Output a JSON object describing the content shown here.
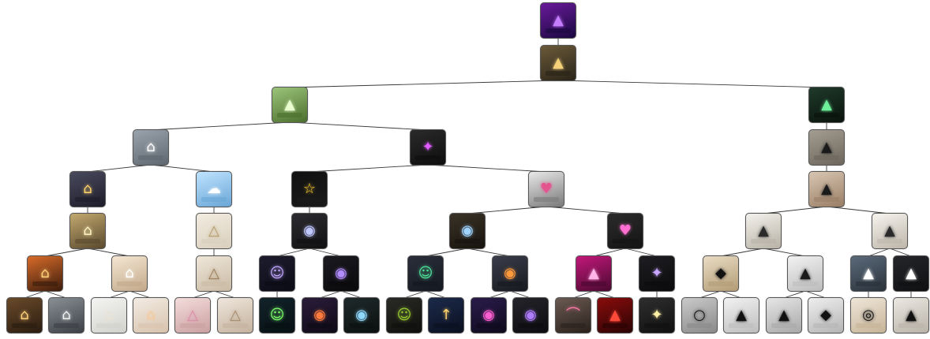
{
  "colors": {
    "edge": "#3a3a3a",
    "node_border": "#555555"
  },
  "nodes": [
    {
      "id": "n0",
      "parent": null,
      "bg": [
        "#6a1b9a",
        "#1a0840"
      ],
      "fg": "#c77dff",
      "icon": "mountain-neon-icon"
    },
    {
      "id": "n1",
      "parent": "n0",
      "bg": [
        "#6b5a3a",
        "#2a2418"
      ],
      "fg": "#f5d27a",
      "icon": "mountain-gold-icon"
    },
    {
      "id": "n2",
      "parent": "n1",
      "bg": [
        "#9cc47a",
        "#4b6f2e"
      ],
      "fg": "#e9ffd0",
      "icon": "triangle-neon-icon"
    },
    {
      "id": "n3",
      "parent": "n1",
      "bg": [
        "#1f3a2a",
        "#0a130d"
      ],
      "fg": "#6ef09a",
      "icon": "mountain-green-icon"
    },
    {
      "id": "n4",
      "parent": "n2",
      "bg": [
        "#9aa3ab",
        "#5f6870"
      ],
      "fg": "#ffffff",
      "icon": "cloud-lamp-icon"
    },
    {
      "id": "n5",
      "parent": "n2",
      "bg": [
        "#2a2a2a",
        "#0e0e0e"
      ],
      "fg": "#e05cff",
      "icon": "neon-figure-icon"
    },
    {
      "id": "n6",
      "parent": "n3",
      "bg": [
        "#a49d91",
        "#6c665c"
      ],
      "fg": "#1a1a1a",
      "icon": "mountain-metal-icon"
    },
    {
      "id": "n7",
      "parent": "n4",
      "bg": [
        "#4a4a5e",
        "#1c1c2a"
      ],
      "fg": "#ffd36b",
      "icon": "house-lamp-icon"
    },
    {
      "id": "n8",
      "parent": "n4",
      "bg": [
        "#bfe3ff",
        "#6aa6d6"
      ],
      "fg": "#ffffff",
      "icon": "cloud-room-icon"
    },
    {
      "id": "n9",
      "parent": "n5",
      "bg": [
        "#111111",
        "#1a1a1a"
      ],
      "fg": "#ffcf33",
      "icon": "neon-sign-icon"
    },
    {
      "id": "n10",
      "parent": "n5",
      "bg": [
        "#e8e8e8",
        "#7a7a7a"
      ],
      "fg": "#e2558f",
      "icon": "brain-neon-icon"
    },
    {
      "id": "n11",
      "parent": "n6",
      "bg": [
        "#d8c6b2",
        "#9a7e66"
      ],
      "fg": "#1a1a1a",
      "icon": "forest-brick-icon"
    },
    {
      "id": "n12",
      "parent": "n7",
      "bg": [
        "#c2a86f",
        "#5a4a2e"
      ],
      "fg": "#fff4c2",
      "icon": "table-lamp-icon"
    },
    {
      "id": "n13",
      "parent": "n8",
      "bg": [
        "#f2ece0",
        "#d9cfbd"
      ],
      "fg": "#b59b6a",
      "icon": "canopy-icon"
    },
    {
      "id": "n14",
      "parent": "n9",
      "bg": [
        "#2c2c30",
        "#111113"
      ],
      "fg": "#bfc7ff",
      "icon": "ufo-sign-icon"
    },
    {
      "id": "n15",
      "parent": "n10",
      "bg": [
        "#3a3226",
        "#17130e"
      ],
      "fg": "#9fd4ff",
      "icon": "ufo-sofa-icon"
    },
    {
      "id": "n16",
      "parent": "n10",
      "bg": [
        "#2b2b2b",
        "#141414"
      ],
      "fg": "#ff6fd1",
      "icon": "bulb-neon-icon"
    },
    {
      "id": "n17",
      "parent": "n11",
      "bg": [
        "#f3f1ec",
        "#b8b2a6"
      ],
      "fg": "#2a2a2a",
      "icon": "mountain-room-icon"
    },
    {
      "id": "n18",
      "parent": "n11",
      "bg": [
        "#f6f3ee",
        "#bdb6aa"
      ],
      "fg": "#2a2a2a",
      "icon": "mountain-wall-icon"
    },
    {
      "id": "n19",
      "parent": "n12",
      "bg": [
        "#d86b2a",
        "#3b1c0c"
      ],
      "fg": "#ffd27a",
      "icon": "fire-lamp-icon"
    },
    {
      "id": "n20",
      "parent": "n12",
      "bg": [
        "#f4e7d3",
        "#c3a98a"
      ],
      "fg": "#ffffff",
      "icon": "bedside-lamp-icon"
    },
    {
      "id": "n21",
      "parent": "n13",
      "bg": [
        "#efe7da",
        "#c9baa4"
      ],
      "fg": "#9a7b57",
      "icon": "kids-tent-icon"
    },
    {
      "id": "n22",
      "parent": "n14",
      "bg": [
        "#1c1c2e",
        "#0c0c16"
      ],
      "fg": "#c3a7ff",
      "icon": "astronaut-neon-icon"
    },
    {
      "id": "n23",
      "parent": "n14",
      "bg": [
        "#1a1a20",
        "#0a0a0c"
      ],
      "fg": "#b38cff",
      "icon": "ufo-neon-icon"
    },
    {
      "id": "n24",
      "parent": "n15",
      "bg": [
        "#2a2f3a",
        "#141820"
      ],
      "fg": "#4fe39a",
      "icon": "alien-neon-icon"
    },
    {
      "id": "n25",
      "parent": "n15",
      "bg": [
        "#3a3d4a",
        "#171920"
      ],
      "fg": "#ff9a3c",
      "icon": "ufo-cow-icon"
    },
    {
      "id": "n26",
      "parent": "n16",
      "bg": [
        "#c2187a",
        "#4a0930"
      ],
      "fg": "#ffb3e6",
      "icon": "pink-neon-icon"
    },
    {
      "id": "n27",
      "parent": "n16",
      "bg": [
        "#1e1e22",
        "#0b0b0d"
      ],
      "fg": "#c9a6ff",
      "icon": "unicorn-neon-icon"
    },
    {
      "id": "n28",
      "parent": "n17",
      "bg": [
        "#e9dcc4",
        "#b39c76"
      ],
      "fg": "#111111",
      "icon": "diamond-mountain-icon"
    },
    {
      "id": "n29",
      "parent": "n17",
      "bg": [
        "#f2f2f2",
        "#bcbcbc"
      ],
      "fg": "#1a1a1a",
      "icon": "mountain-line-icon"
    },
    {
      "id": "n30",
      "parent": "n18",
      "bg": [
        "#5b6a7a",
        "#2a323b"
      ],
      "fg": "#ffffff",
      "icon": "mountain-bedroom-icon"
    },
    {
      "id": "n31",
      "parent": "n18",
      "bg": [
        "#25262a",
        "#0f1012"
      ],
      "fg": "#ffffff",
      "icon": "mountain-light-icon"
    },
    {
      "id": "n32",
      "parent": "n19",
      "bg": [
        "#6a4a2a",
        "#2a1c10"
      ],
      "fg": "#ffcf7a",
      "icon": "floor-lamp-icon"
    },
    {
      "id": "n33",
      "parent": "n19",
      "bg": [
        "#8a8f96",
        "#3c4045"
      ],
      "fg": "#f2f2f2",
      "icon": "pleated-lamp-icon"
    },
    {
      "id": "n34",
      "parent": "n20",
      "bg": [
        "#f4f4f2",
        "#d2d2cd"
      ],
      "fg": "#e8e3d6",
      "icon": "white-lamp-icon"
    },
    {
      "id": "n35",
      "parent": "n20",
      "bg": [
        "#f2ebe3",
        "#d8c3ad"
      ],
      "fg": "#f4caa0",
      "icon": "amber-lamp-icon"
    },
    {
      "id": "n36",
      "parent": "n21",
      "bg": [
        "#f4dcdc",
        "#caa0a0"
      ],
      "fg": "#d98ca6",
      "icon": "pink-canopy-icon"
    },
    {
      "id": "n37",
      "parent": "n21",
      "bg": [
        "#efe6dc",
        "#c4b29e"
      ],
      "fg": "#a48a6c",
      "icon": "crib-icon"
    },
    {
      "id": "n38",
      "parent": "n22",
      "bg": [
        "#12232a",
        "#071013"
      ],
      "fg": "#7dff6b",
      "icon": "alien-green-icon"
    },
    {
      "id": "n39",
      "parent": "n23",
      "bg": [
        "#2a1c3a",
        "#0e0a16"
      ],
      "fg": "#ff7a3c",
      "icon": "ufo-beam-icon"
    },
    {
      "id": "n40",
      "parent": "n23",
      "bg": [
        "#1f2a2a",
        "#0b1010"
      ],
      "fg": "#8fd9ff",
      "icon": "ufo-room-icon"
    },
    {
      "id": "n41",
      "parent": "n24",
      "bg": [
        "#2a2a26",
        "#0f0f0d"
      ],
      "fg": "#9acd32",
      "icon": "alien-head-icon"
    },
    {
      "id": "n42",
      "parent": "n24",
      "bg": [
        "#1c2a4a",
        "#0a1020"
      ],
      "fg": "#ffd36b",
      "icon": "rocket-neon-icon"
    },
    {
      "id": "n43",
      "parent": "n25",
      "bg": [
        "#2a1c4a",
        "#0e0a1c"
      ],
      "fg": "#ff5ed1",
      "icon": "ufo-pink-icon"
    },
    {
      "id": "n44",
      "parent": "n25",
      "bg": [
        "#24242a",
        "#0c0c10"
      ],
      "fg": "#b07cff",
      "icon": "ufo-lounge-icon"
    },
    {
      "id": "n45",
      "parent": "n26",
      "bg": [
        "#6a5a52",
        "#2a211c"
      ],
      "fg": "#ff7aa8",
      "icon": "rainbow-neon-icon"
    },
    {
      "id": "n46",
      "parent": "n26",
      "bg": [
        "#8a0c0c",
        "#2a0404"
      ],
      "fg": "#ff4a3a",
      "icon": "red-neon-icon"
    },
    {
      "id": "n47",
      "parent": "n27",
      "bg": [
        "#2e2e2e",
        "#101010"
      ],
      "fg": "#fff2a6",
      "icon": "figure-neon-icon"
    },
    {
      "id": "n48",
      "parent": "n28",
      "bg": [
        "#c9c9c9",
        "#8a8a8a"
      ],
      "fg": "#111111",
      "icon": "circle-mountain-icon"
    },
    {
      "id": "n49",
      "parent": "n28",
      "bg": [
        "#f2f2f2",
        "#bdbdbd"
      ],
      "fg": "#111111",
      "icon": "mountain-shelf-icon"
    },
    {
      "id": "n50",
      "parent": "n29",
      "bg": [
        "#e6e6e6",
        "#a8a8a8"
      ],
      "fg": "#111111",
      "icon": "mountain-panel-icon"
    },
    {
      "id": "n51",
      "parent": "n29",
      "bg": [
        "#eeeeee",
        "#b5b5b5"
      ],
      "fg": "#111111",
      "icon": "diamond-forest-icon"
    },
    {
      "id": "n52",
      "parent": "n30",
      "bg": [
        "#efe6d8",
        "#c6b498"
      ],
      "fg": "#111111",
      "icon": "bike-mountain-icon"
    },
    {
      "id": "n53",
      "parent": "n31",
      "bg": [
        "#ebe8e2",
        "#b9b3a8"
      ],
      "fg": "#111111",
      "icon": "triangle-forest-icon"
    }
  ]
}
